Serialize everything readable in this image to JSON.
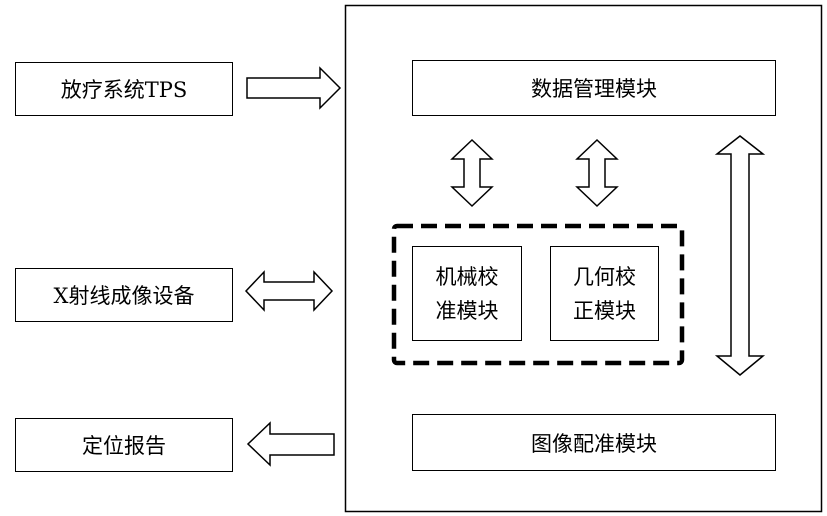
{
  "inputs": {
    "tps": "放疗系统TPS",
    "xray": "X射线成像设备",
    "report": "定位报告"
  },
  "system": {
    "data_mgmt": "数据管理模块",
    "mech_calib": [
      "机械校",
      "准模块"
    ],
    "geom_calib": [
      "几何校",
      "正模块"
    ],
    "image_reg": "图像配准模块"
  }
}
